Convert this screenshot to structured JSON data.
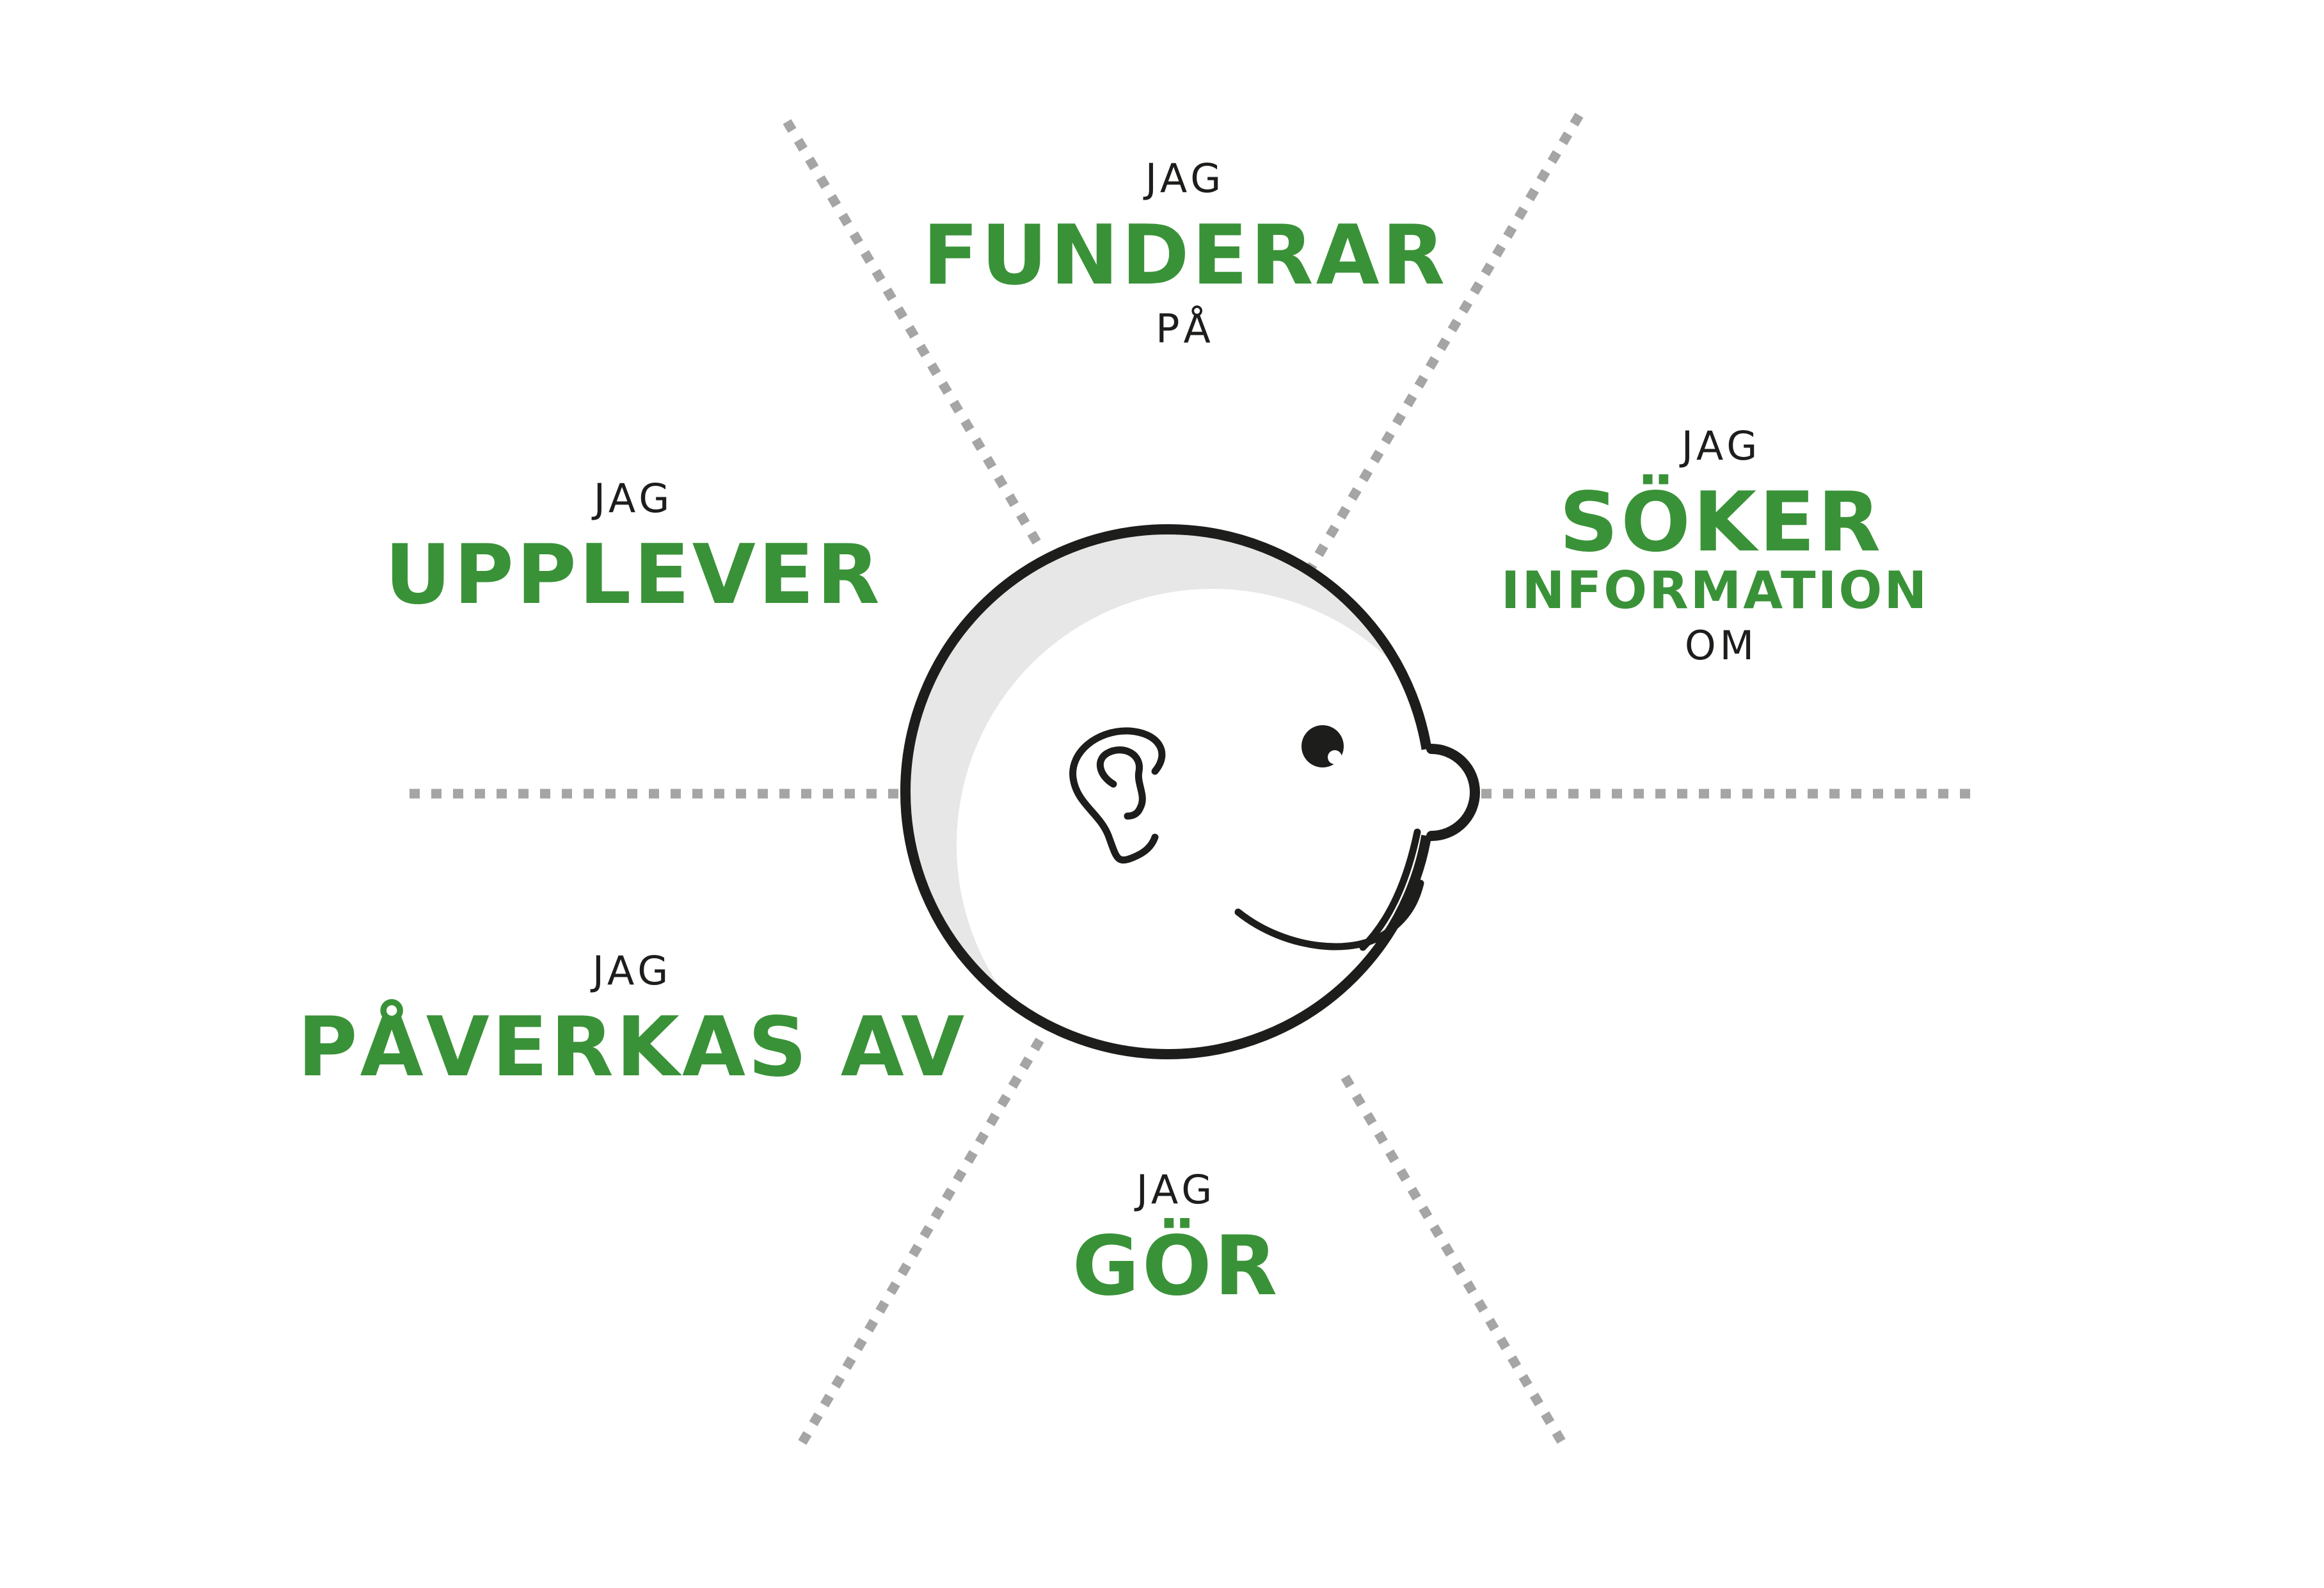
{
  "colors": {
    "accent": "#3a9238",
    "ink": "#1d1d1b",
    "divider": "#a5a5a5",
    "head_shade": "#e6e7e6",
    "background": "#ffffff"
  },
  "labels": {
    "funderar": {
      "pre": "JAG",
      "main": "FUNDERAR",
      "post": "PÅ"
    },
    "soker": {
      "pre": "JAG",
      "main": "SÖKER",
      "sub": "INFORMATION",
      "post": "OM"
    },
    "upplever": {
      "pre": "JAG",
      "main": "UPPLEVER"
    },
    "paverkas": {
      "pre": "JAG",
      "main": "PÅVERKAS AV"
    },
    "gor": {
      "pre": "JAG",
      "main": "GÖR"
    }
  },
  "icons": {
    "head": "head-profile-icon",
    "ear": "ear-icon",
    "eye": "eye-icon",
    "nose": "nose-icon",
    "mouth": "smile-icon"
  }
}
